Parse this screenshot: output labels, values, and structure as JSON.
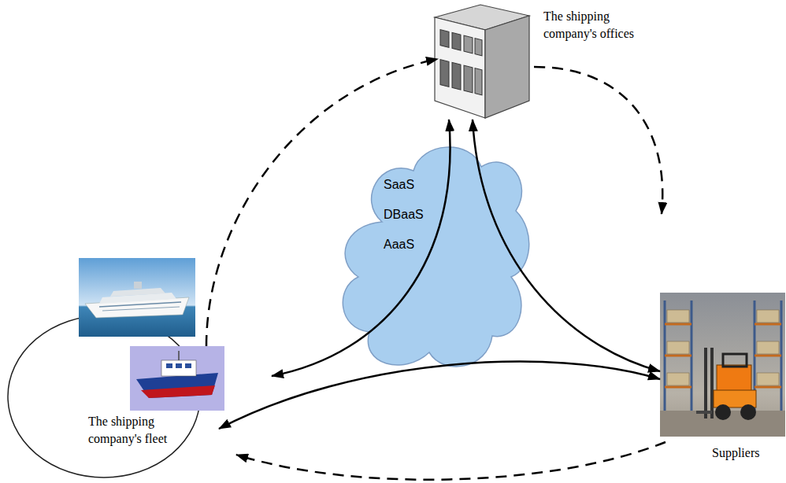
{
  "diagram": {
    "nodes": [
      {
        "text": [
          "The shipping company's offices"
        ]
      },
      {
        "text": [
          "SaaS",
          "DBaaS",
          "AaaS"
        ]
      },
      {
        "text": [
          "The shipping company's fleet"
        ]
      },
      {
        "text": [
          "Suppliers"
        ]
      }
    ],
    "edges": [
      {
        "from": 0,
        "to": 2,
        "arrow": "both"
      },
      {
        "from": 0,
        "to": 3,
        "arrow": "both"
      },
      {
        "from": 2,
        "to": 3,
        "arrow": "both"
      },
      {
        "from": 2,
        "to": 0,
        "arrow": "to"
      },
      {
        "from": 0,
        "to": 3,
        "arrow": "to"
      },
      {
        "from": 3,
        "to": 2,
        "arrow": "to"
      }
    ]
  }
}
